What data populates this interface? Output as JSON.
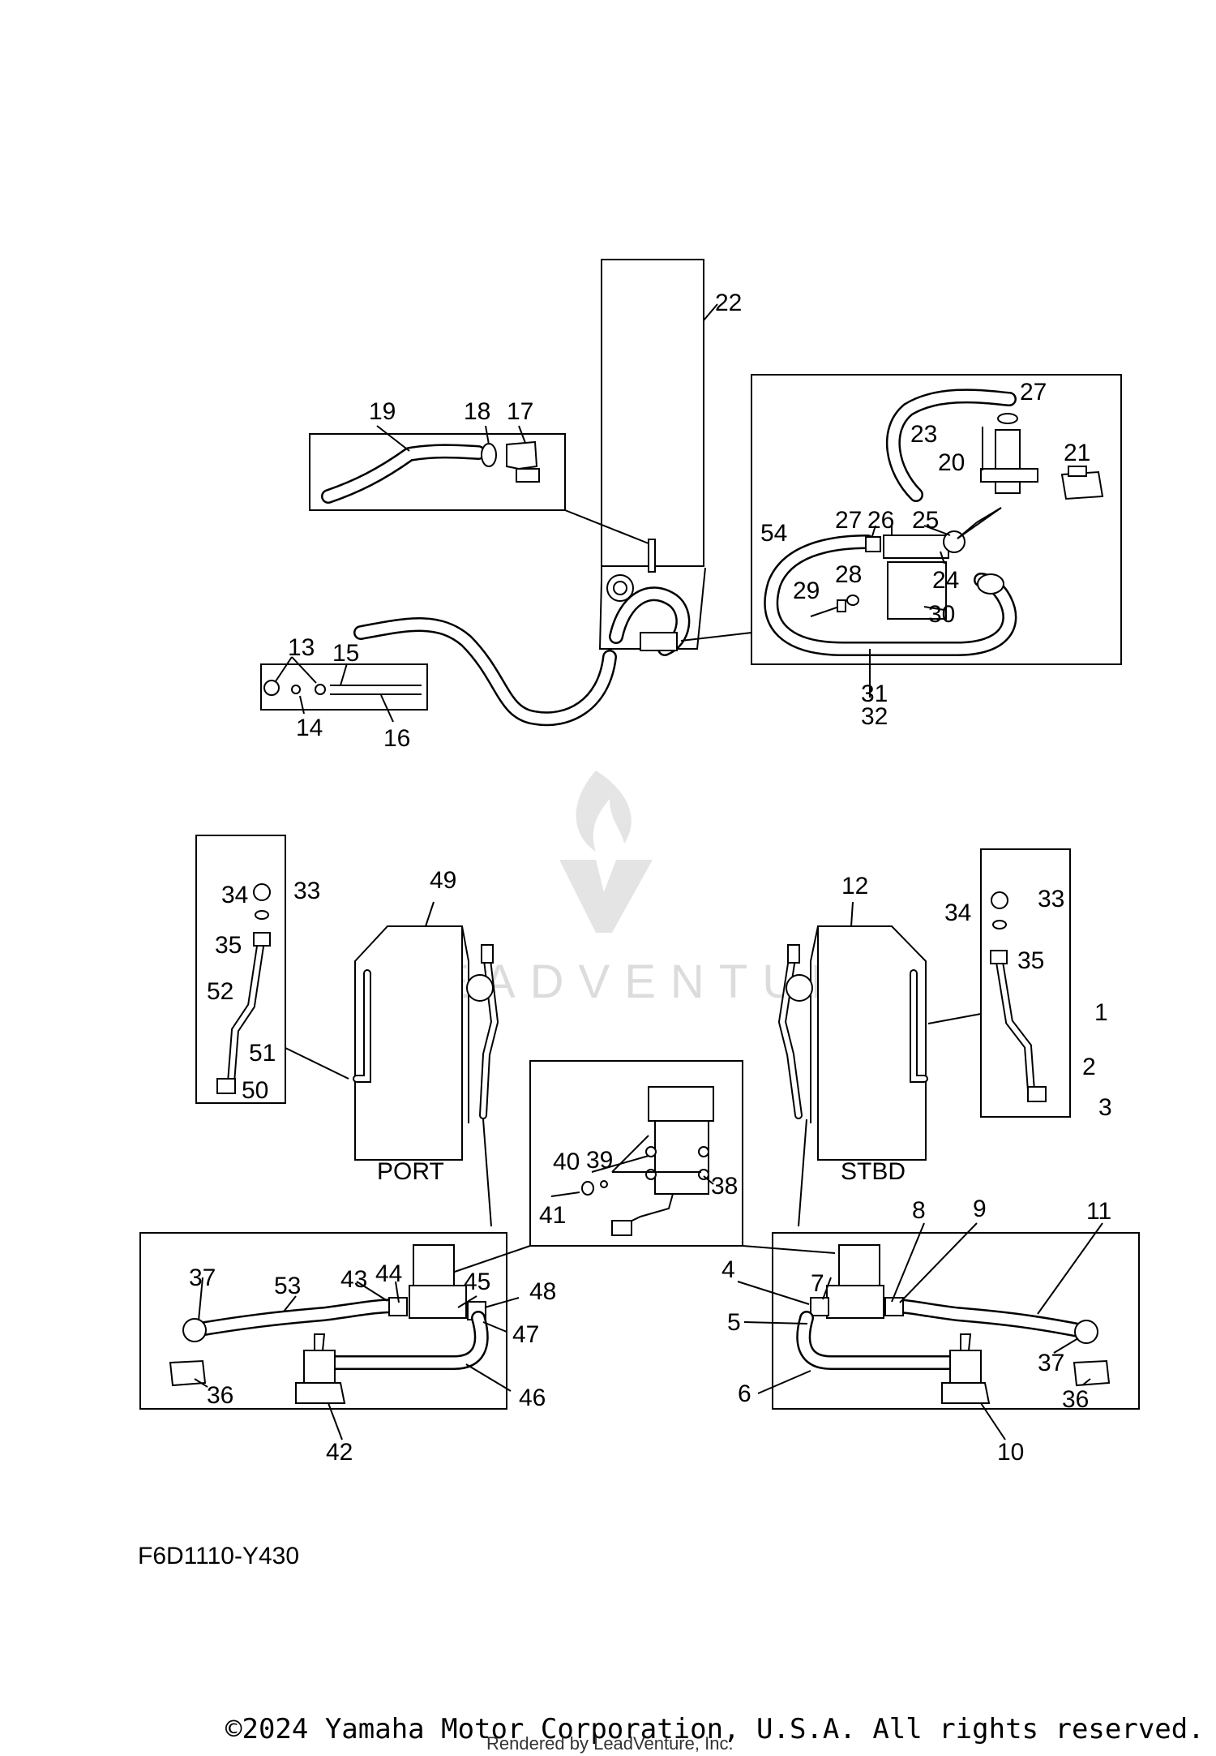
{
  "diagram": {
    "code": "F6D1110-Y430",
    "side_labels": {
      "port": "PORT",
      "stbd": "STBD"
    },
    "watermark": "LEADVENTURE",
    "copyright": "©2024 Yamaha Motor Corporation, U.S.A. All rights reserved.",
    "rendered_by": "Rendered by LeadVenture, Inc."
  },
  "callouts": [
    {
      "id": "c1",
      "text": "1"
    },
    {
      "id": "c2",
      "text": "2"
    },
    {
      "id": "c3",
      "text": "3"
    },
    {
      "id": "c4",
      "text": "4"
    },
    {
      "id": "c5",
      "text": "5"
    },
    {
      "id": "c6",
      "text": "6"
    },
    {
      "id": "c7",
      "text": "7"
    },
    {
      "id": "c8",
      "text": "8"
    },
    {
      "id": "c9",
      "text": "9"
    },
    {
      "id": "c10",
      "text": "10"
    },
    {
      "id": "c11",
      "text": "11"
    },
    {
      "id": "c12",
      "text": "12"
    },
    {
      "id": "c13",
      "text": "13"
    },
    {
      "id": "c14",
      "text": "14"
    },
    {
      "id": "c15",
      "text": "15"
    },
    {
      "id": "c16",
      "text": "16"
    },
    {
      "id": "c17",
      "text": "17"
    },
    {
      "id": "c18",
      "text": "18"
    },
    {
      "id": "c19",
      "text": "19"
    },
    {
      "id": "c20",
      "text": "20"
    },
    {
      "id": "c21",
      "text": "21"
    },
    {
      "id": "c22",
      "text": "22"
    },
    {
      "id": "c23",
      "text": "23"
    },
    {
      "id": "c24",
      "text": "24"
    },
    {
      "id": "c25",
      "text": "25"
    },
    {
      "id": "c26",
      "text": "26"
    },
    {
      "id": "c27a",
      "text": "27"
    },
    {
      "id": "c27b",
      "text": "27"
    },
    {
      "id": "c28",
      "text": "28"
    },
    {
      "id": "c29",
      "text": "29"
    },
    {
      "id": "c30",
      "text": "30"
    },
    {
      "id": "c31",
      "text": "31"
    },
    {
      "id": "c32",
      "text": "32"
    },
    {
      "id": "c33a",
      "text": "33"
    },
    {
      "id": "c33b",
      "text": "33"
    },
    {
      "id": "c34a",
      "text": "34"
    },
    {
      "id": "c34b",
      "text": "34"
    },
    {
      "id": "c35a",
      "text": "35"
    },
    {
      "id": "c35b",
      "text": "35"
    },
    {
      "id": "c36a",
      "text": "36"
    },
    {
      "id": "c36b",
      "text": "36"
    },
    {
      "id": "c37a",
      "text": "37"
    },
    {
      "id": "c37b",
      "text": "37"
    },
    {
      "id": "c38",
      "text": "38"
    },
    {
      "id": "c39",
      "text": "39"
    },
    {
      "id": "c40",
      "text": "40"
    },
    {
      "id": "c41",
      "text": "41"
    },
    {
      "id": "c42",
      "text": "42"
    },
    {
      "id": "c43",
      "text": "43"
    },
    {
      "id": "c44",
      "text": "44"
    },
    {
      "id": "c45",
      "text": "45"
    },
    {
      "id": "c46",
      "text": "46"
    },
    {
      "id": "c47",
      "text": "47"
    },
    {
      "id": "c48",
      "text": "48"
    },
    {
      "id": "c49",
      "text": "49"
    },
    {
      "id": "c50",
      "text": "50"
    },
    {
      "id": "c51",
      "text": "51"
    },
    {
      "id": "c52",
      "text": "52"
    },
    {
      "id": "c53",
      "text": "53"
    },
    {
      "id": "c54",
      "text": "54"
    }
  ]
}
